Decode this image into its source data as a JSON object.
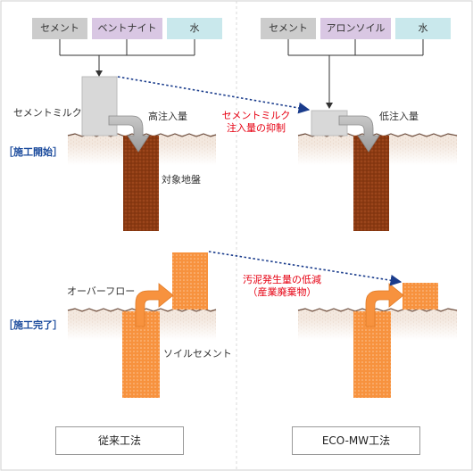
{
  "colors": {
    "cement": "#cccccc",
    "bentonite": "#d9c7e3",
    "water": "#c9e8ec",
    "milk": "#d8d8d8",
    "column_brown": "#8b3a12",
    "soil_cement": "#f7923e",
    "ground": "#f0e3d8",
    "accent_red": "#e60012",
    "accent_blue": "#1a4a9c",
    "dotted_line": "#1a3c8c"
  },
  "conventional": {
    "materials": [
      "セメント",
      "ベントナイト",
      "水"
    ],
    "milk_label": "セメントミルク",
    "injection_label": "高注入量",
    "target_label": "対象地盤",
    "overflow_label": "オーバーフロー",
    "soil_cement_label": "ソイルセメント",
    "method_name": "従来工法"
  },
  "eco": {
    "materials": [
      "セメント",
      "アロンソイル",
      "水"
    ],
    "injection_label": "低注入量",
    "method_name": "ECO-MW工法"
  },
  "phase_labels": {
    "start": "［施工開始］",
    "end": "［施工完了］"
  },
  "benefits": {
    "milk_reduction": [
      "セメントミルク",
      "注入量の抑制"
    ],
    "sludge_reduction": [
      "汚泥発生量の低減",
      "（産業廃棄物）"
    ]
  },
  "icons": {
    "flow_arrow": "curved-arrow-icon",
    "feed_arrow": "down-arrow-icon",
    "compare_arrow": "dotted-arrow-icon"
  }
}
